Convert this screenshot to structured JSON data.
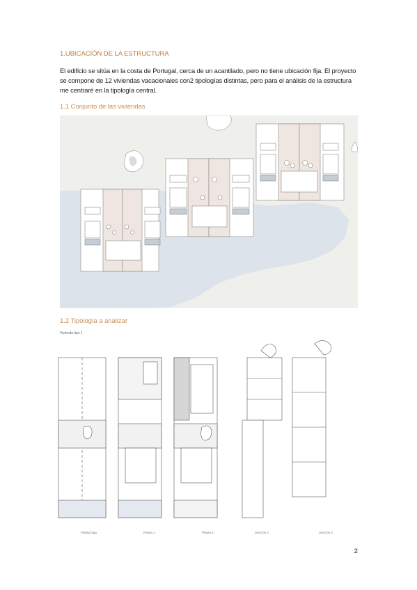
{
  "section1": {
    "heading": "1.UBICACIÓN DE LA ESTRUCTURA",
    "paragraph": "El edificio se sitúa en la costa de Portugal, cerca de un acantilado, pero no tiene ubicación fija. El proyecto se compone de 12 viviendas vacacionales con2 tipologías distintas, pero para el análisis de la estructura me centraré en la tipología central."
  },
  "section1_1": {
    "heading": "1.1 Conjunto de las viviendas"
  },
  "section1_2": {
    "heading": "1.2 Tipología a analizar",
    "label": "Vivienda tipo 1",
    "captions": [
      "Planta baja",
      "Planta 1",
      "Planta 2",
      "Sección 1",
      "Sección 2"
    ]
  },
  "page_number": "2",
  "colors": {
    "heading": "#c07a3c",
    "subheading": "#c98e58",
    "site": "#efefec",
    "pond": "#dde3ea",
    "wall": "#efe6e2"
  }
}
